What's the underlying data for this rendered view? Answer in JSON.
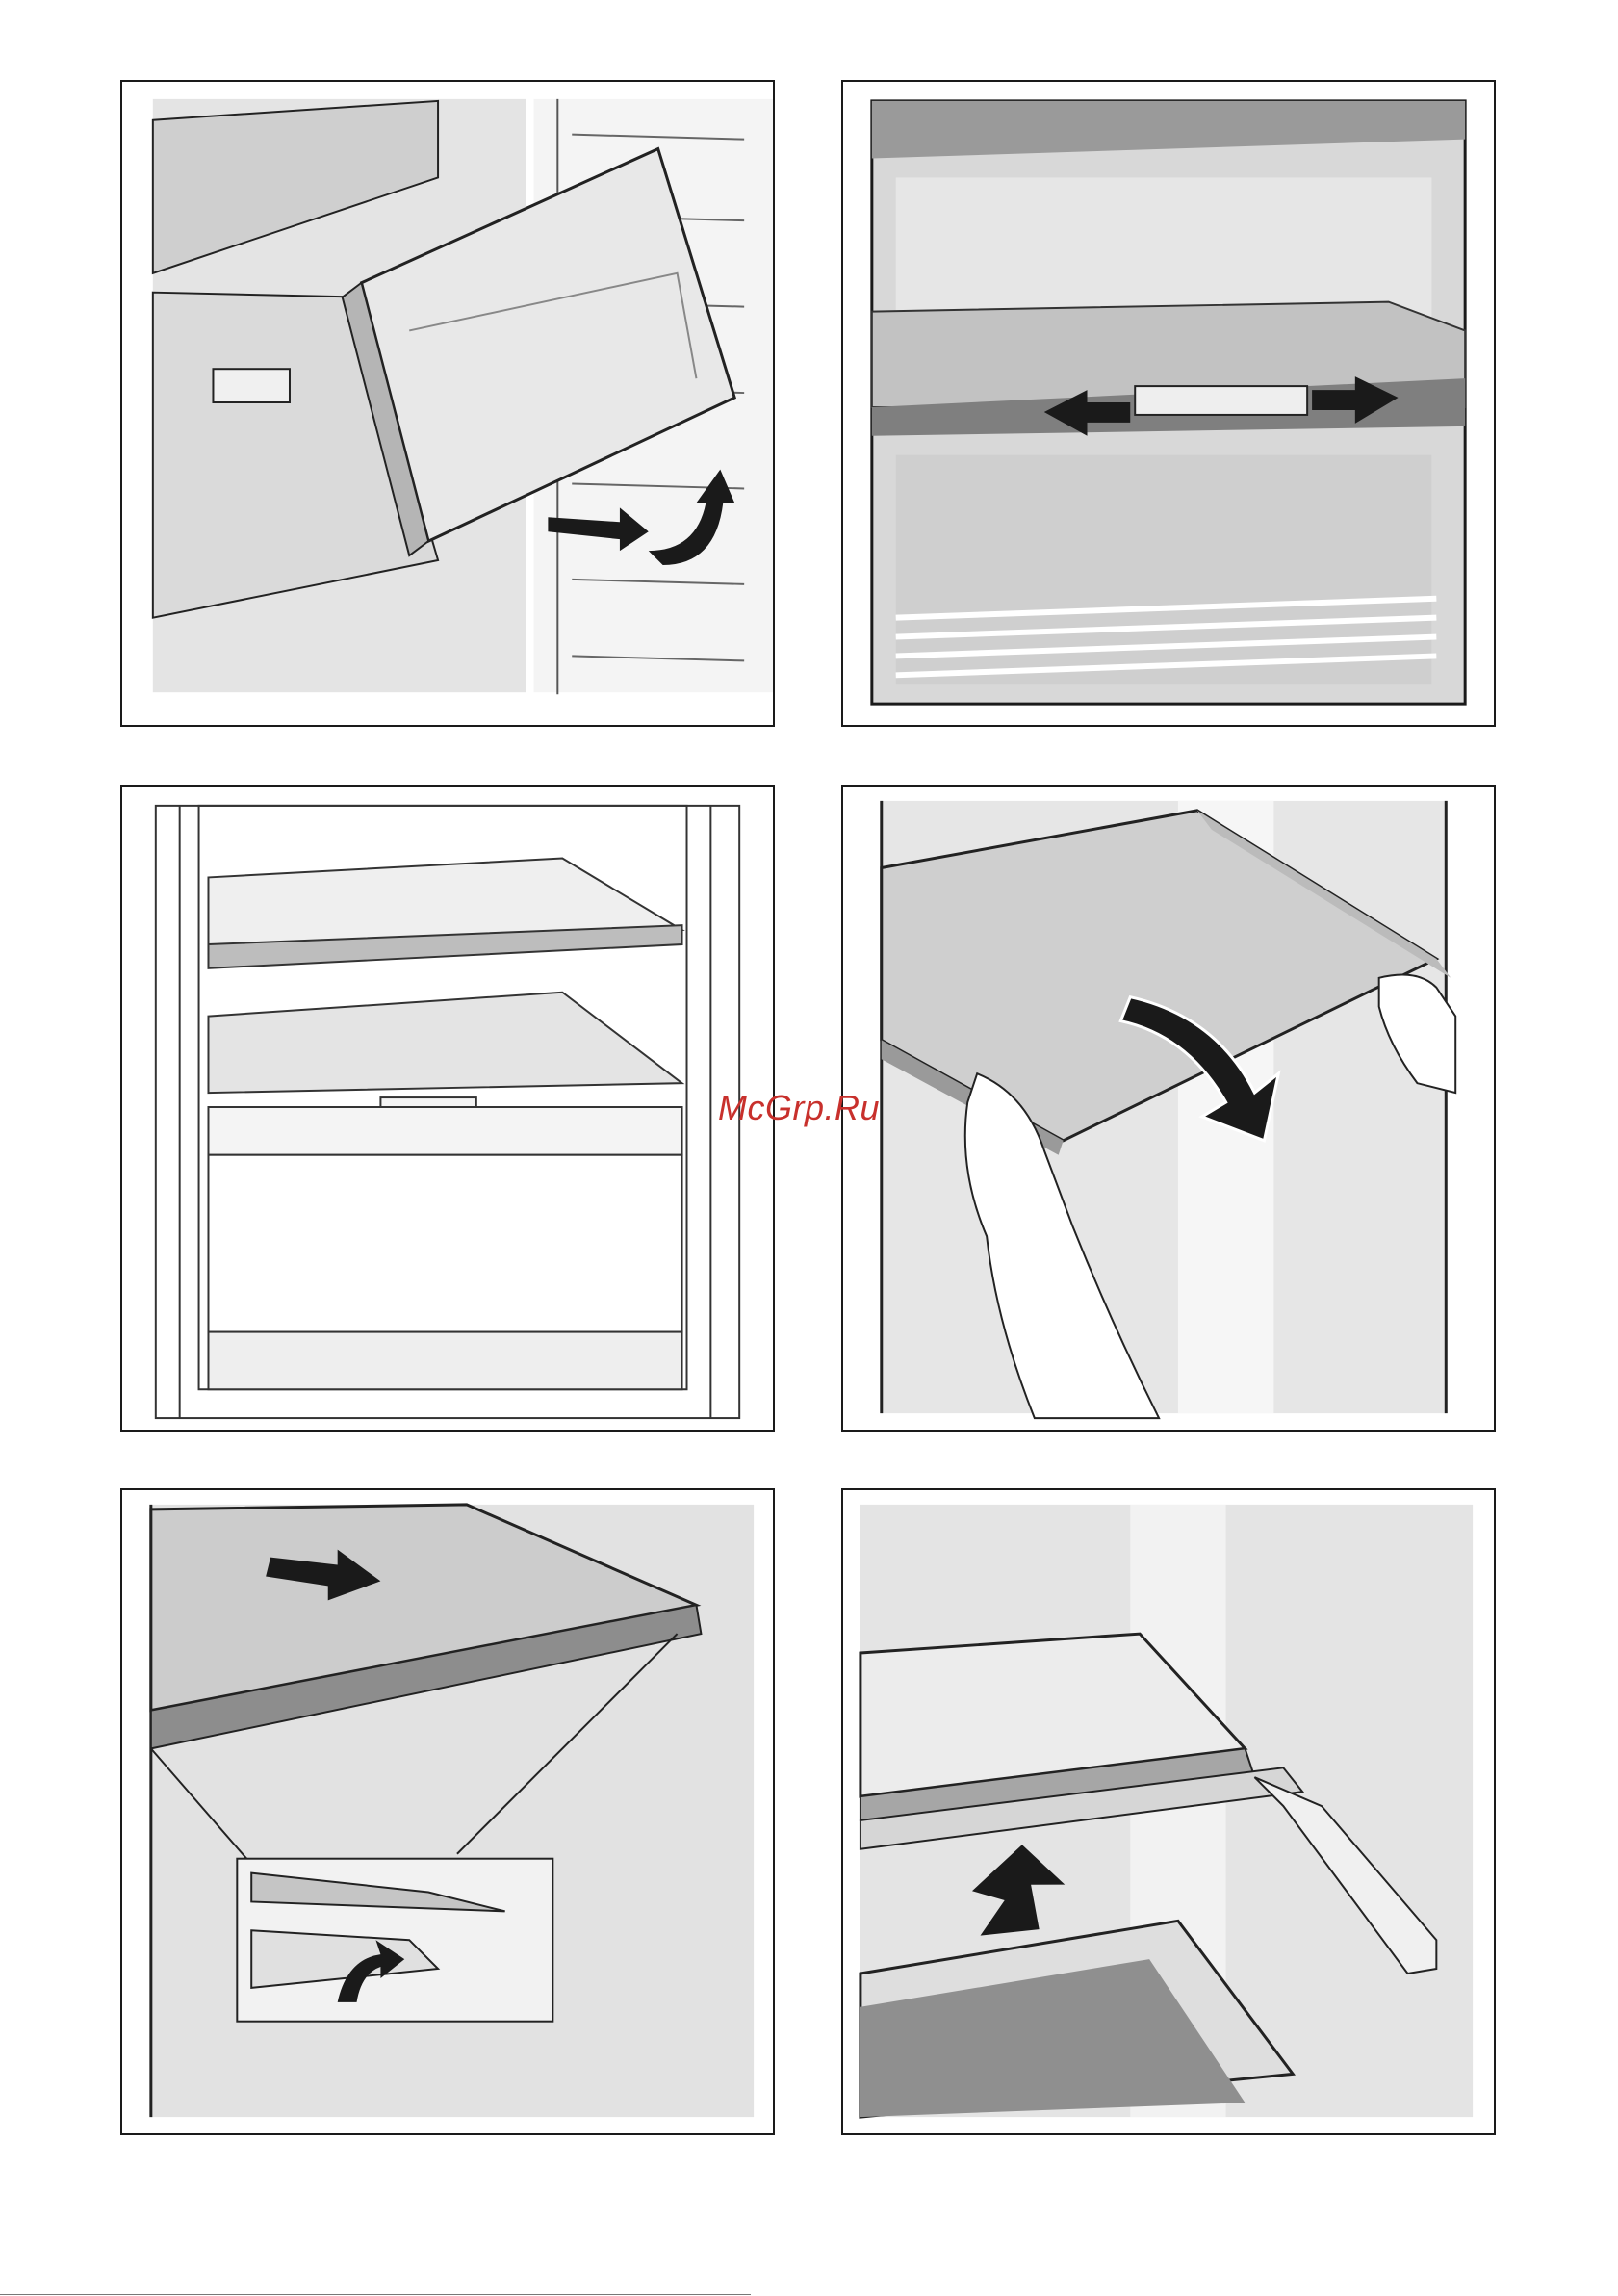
{
  "watermark": {
    "text": "McGrp.Ru"
  },
  "colors": {
    "frame": "#1a1a1a",
    "fill_light": "#e2e2e2",
    "fill_mid": "#c9c9c9",
    "fill_dark": "#8a8a8a",
    "arrow": "#1a1a1a",
    "watermark": "#c8302c"
  },
  "figures": [
    {
      "id": "fig1",
      "depicts": "drawer-removal-icon"
    },
    {
      "id": "fig2",
      "depicts": "shelf-divider-slide-icon"
    },
    {
      "id": "fig3",
      "depicts": "fridge-interior-icon"
    },
    {
      "id": "fig4",
      "depicts": "glass-shelf-removal-icon"
    },
    {
      "id": "fig5",
      "depicts": "shelf-trim-clip-icon"
    },
    {
      "id": "fig6",
      "depicts": "shelf-insert-icon"
    }
  ]
}
